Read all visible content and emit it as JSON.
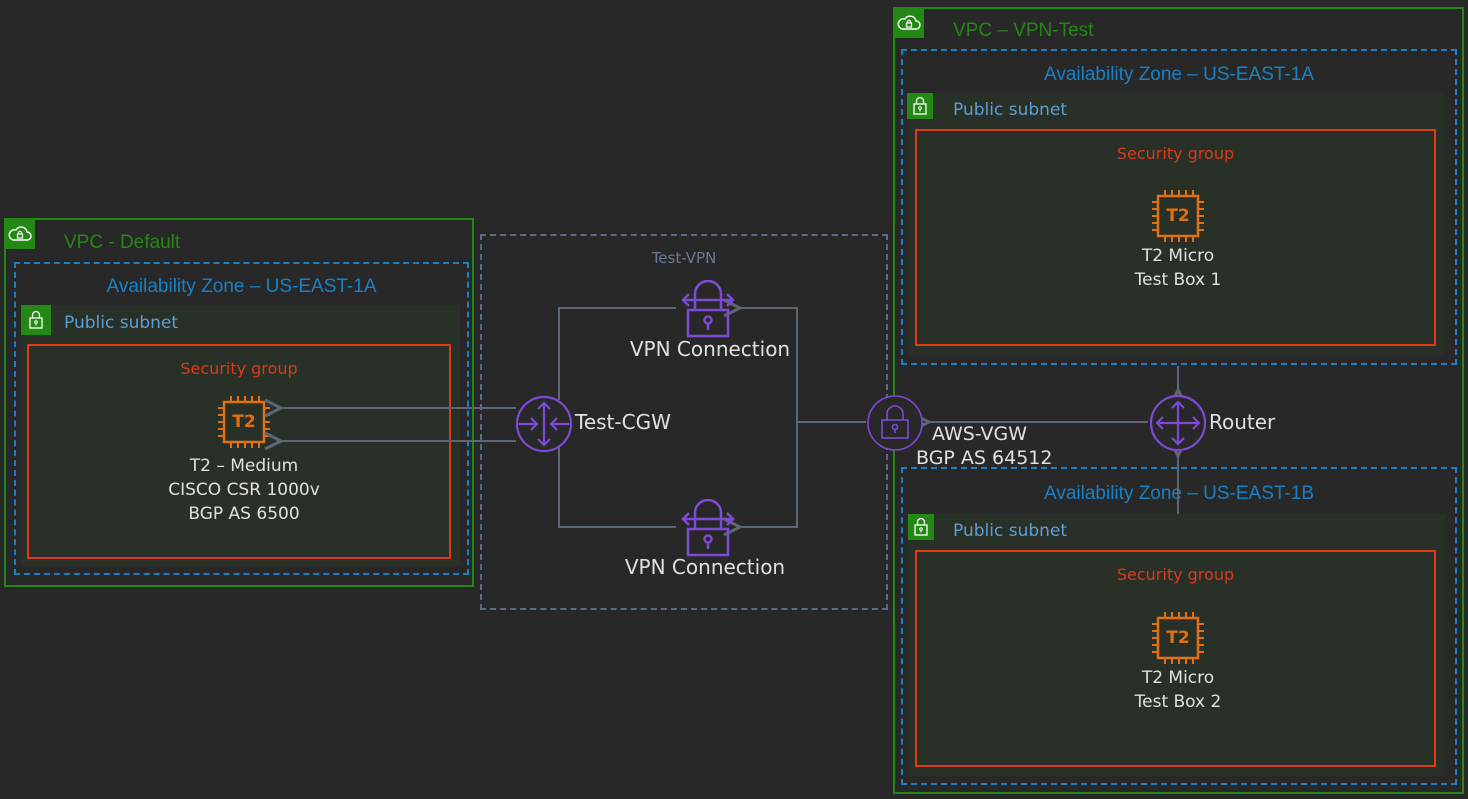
{
  "colors": {
    "vpc": "#248814",
    "az": "#1a80c4",
    "security_group": "#dd3a16",
    "ec2": "#e07012",
    "network": "#7d4ad6",
    "connector": "#5d6674",
    "vpn_group": "#5a6b86"
  },
  "vpc_default": {
    "title": "VPC - Default",
    "icon": "vpc-cloud-lock-icon",
    "az": {
      "title": "Availability Zone – US-EAST-1A",
      "subnet": {
        "title": "Public subnet",
        "icon": "subnet-lock-icon",
        "security_group": {
          "title": "Security group",
          "instance": {
            "chip_label": "T2",
            "lines": [
              "T2 – Medium",
              "CISCO CSR 1000v",
              "BGP AS 6500"
            ]
          }
        }
      }
    }
  },
  "test_vpn": {
    "title": "Test-VPN",
    "customer_gateway": {
      "label": "Test-CGW",
      "icon": "customer-gateway-icon"
    },
    "vpn_connections": [
      {
        "label": "VPN Connection",
        "icon": "vpn-connection-icon"
      },
      {
        "label": "VPN Connection",
        "icon": "vpn-connection-icon"
      }
    ]
  },
  "vgw": {
    "lines": [
      "AWS-VGW",
      "BGP AS 64512"
    ],
    "icon": "vpn-gateway-icon"
  },
  "router": {
    "label": "Router",
    "icon": "router-icon"
  },
  "vpc_vpn_test": {
    "title": "VPC – VPN-Test",
    "icon": "vpc-cloud-lock-icon",
    "azs": [
      {
        "title": "Availability Zone – US-EAST-1A",
        "subnet": {
          "title": "Public subnet",
          "security_group": {
            "title": "Security group",
            "instance": {
              "chip_label": "T2",
              "lines": [
                "T2 Micro",
                "Test Box 1"
              ]
            }
          }
        }
      },
      {
        "title": "Availability Zone – US-EAST-1B",
        "subnet": {
          "title": "Public subnet",
          "security_group": {
            "title": "Security group",
            "instance": {
              "chip_label": "T2",
              "lines": [
                "T2 Micro",
                "Test Box 2"
              ]
            }
          }
        }
      }
    ]
  }
}
